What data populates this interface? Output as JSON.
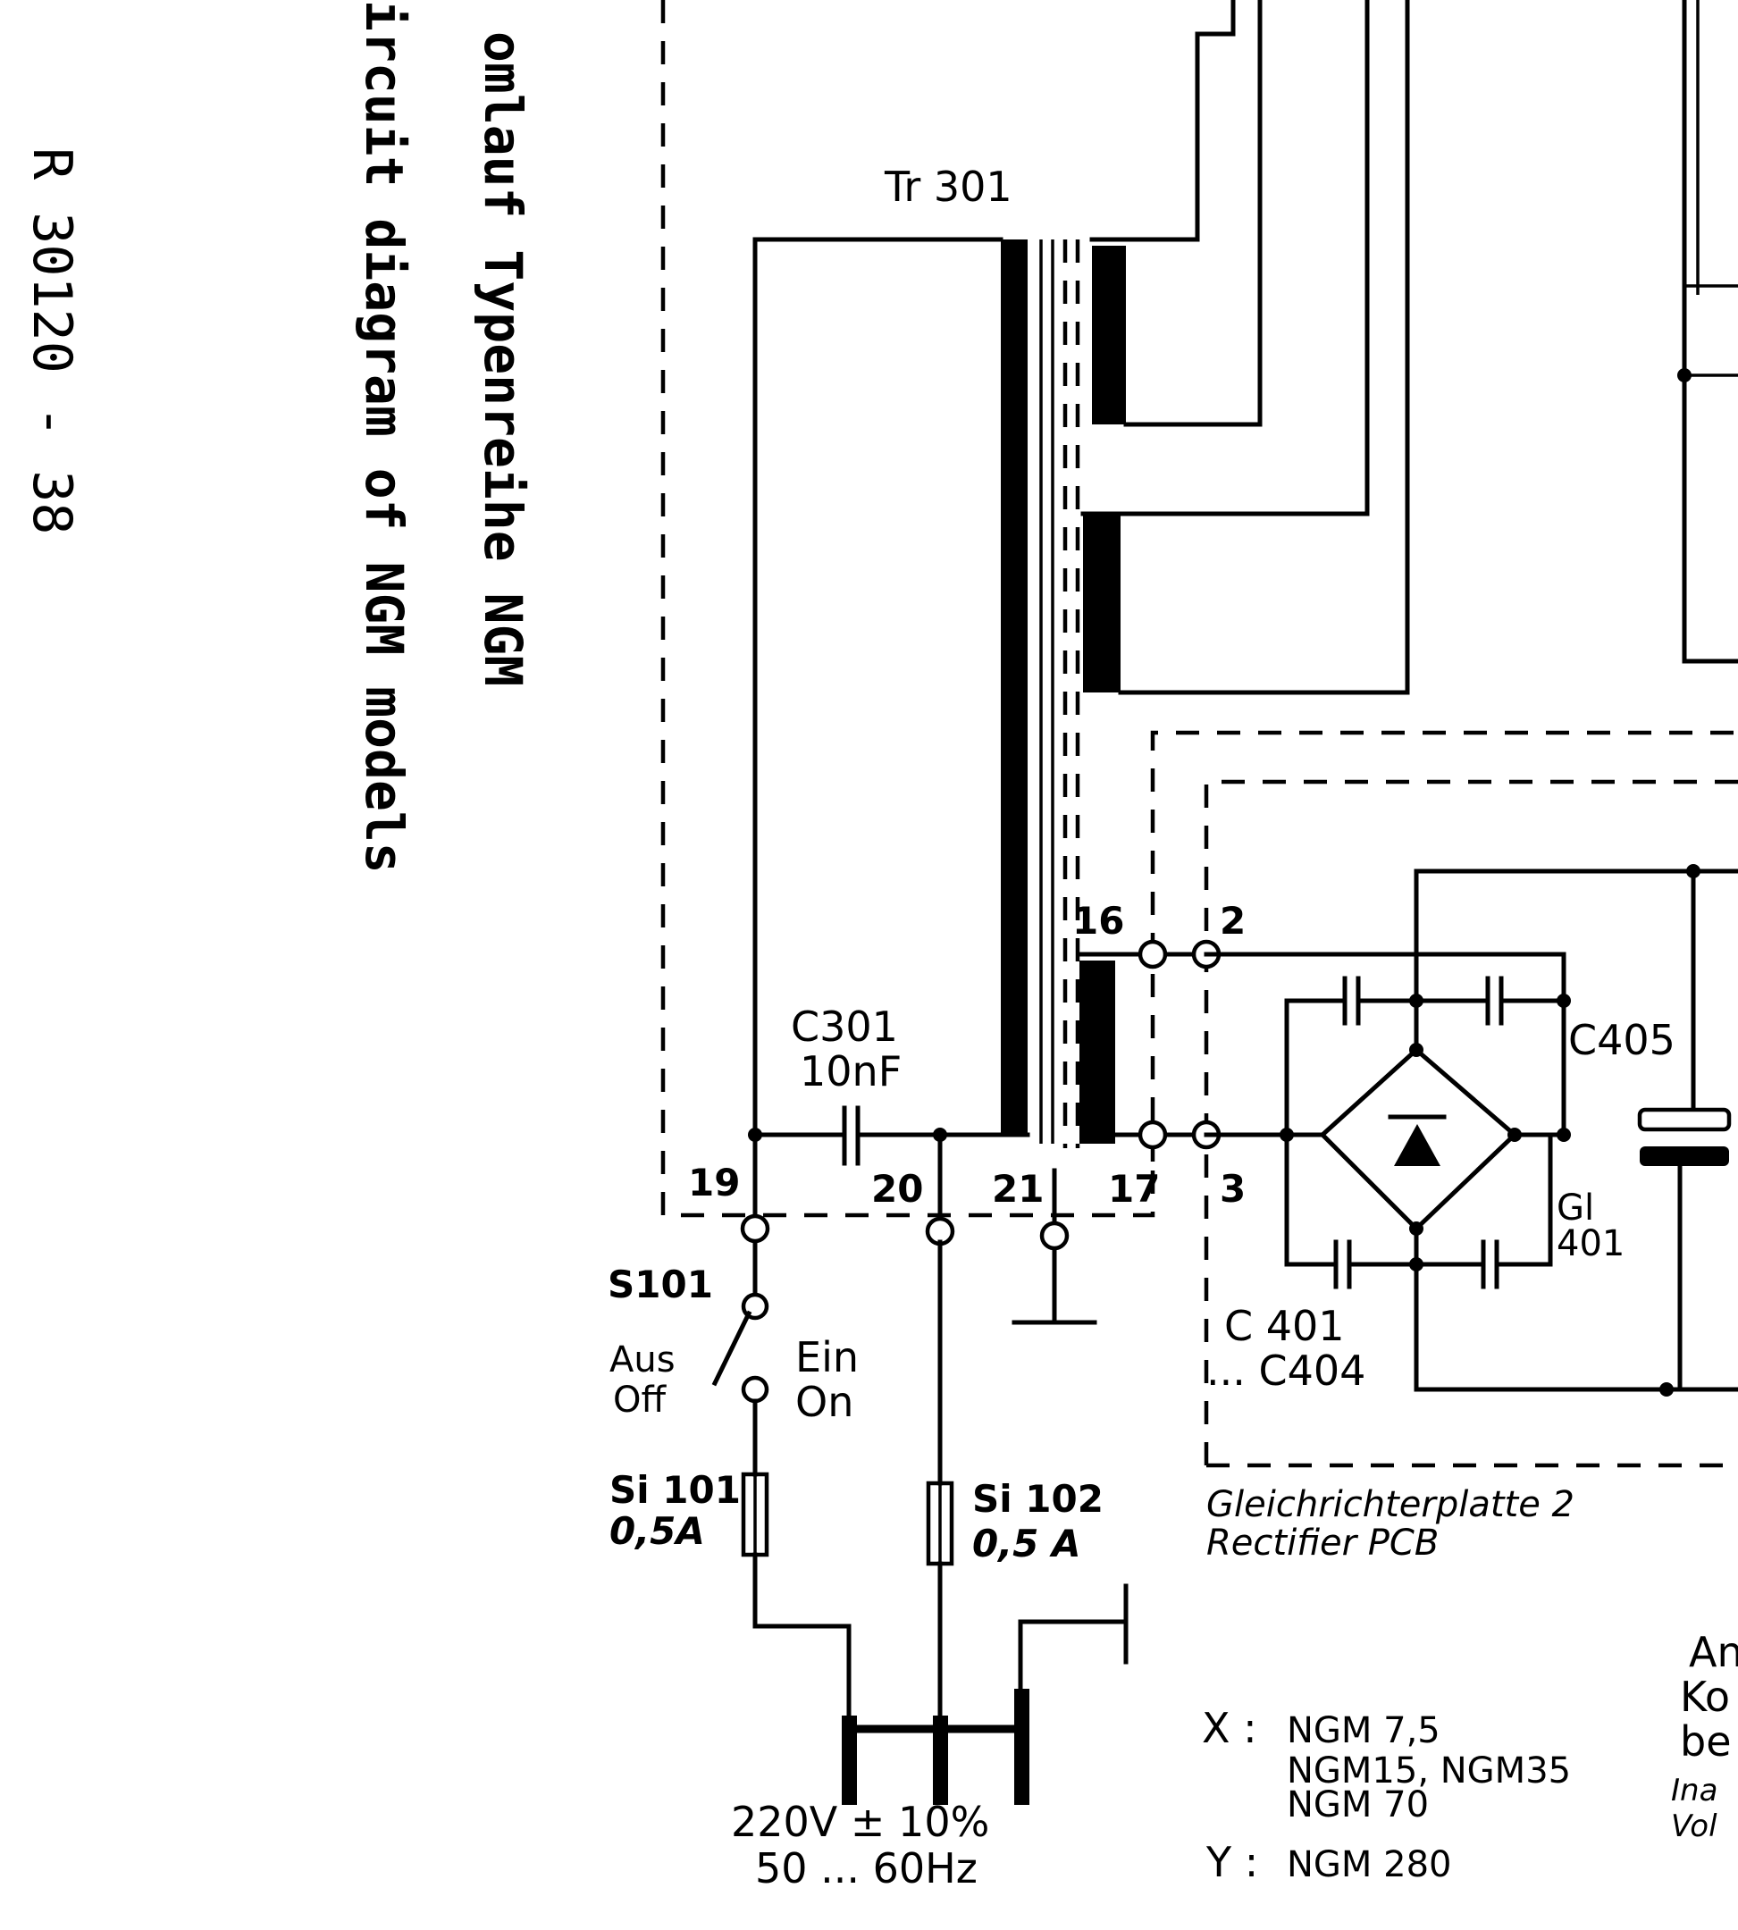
{
  "side_text": {
    "doc_number": "R 30120 - 38",
    "title_de": "omlauf Typenreihe NGM",
    "title_en": "ircuit diagram of NGM models"
  },
  "transformer": {
    "label": "Tr 301"
  },
  "terminals": {
    "t19": "19",
    "t20": "20",
    "t21": "21",
    "t17": "17",
    "t16": "16",
    "t2": "2",
    "t3": "3"
  },
  "components": {
    "c301_name": "C301",
    "c301_value": "10nF",
    "s101": "S101",
    "aus": "Aus",
    "off": "Off",
    "ein": "Ein",
    "on": "On",
    "si101_name": "Si 101",
    "si101_value": "0,5A",
    "si102_name": "Si 102",
    "si102_value": "0,5 A",
    "c405": "C405",
    "gl401_a": "Gl",
    "gl401_b": "401",
    "c401": "C 401",
    "c404": "... C404"
  },
  "mains": {
    "voltage": "220V ± 10%",
    "frequency": "50 ... 60Hz"
  },
  "rectifier_pcb": {
    "label_de": "Gleichrichterplatte 2",
    "label_en": "Rectifier PCB"
  },
  "legend": {
    "x_key": "X :",
    "x_line1": "NGM 7,5",
    "x_line2": "NGM15, NGM35",
    "x_line3": "NGM 70",
    "y_key": "Y :",
    "y_line1": "NGM 280"
  },
  "cut_off_notes": [
    "An",
    "Ko",
    "be",
    "Ina",
    "Vol"
  ]
}
